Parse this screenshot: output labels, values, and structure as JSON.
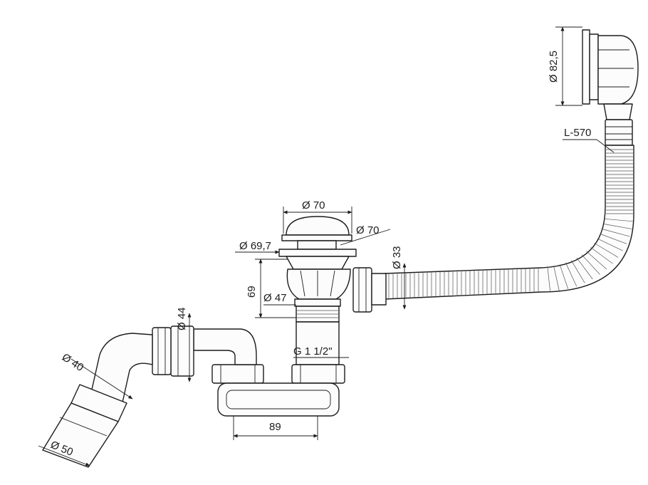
{
  "dimensions": {
    "waste_valve_diameter": "Ø 82,5",
    "hose_length": "L-570",
    "cap_width": "Ø 70",
    "cap_diameter": "Ø 70",
    "flange_diameter": "Ø 69,7",
    "side_outlet_diameter": "Ø 33",
    "body_height": "69",
    "body_diameter": "Ø 47",
    "thread_size": "G 1 1/2\"",
    "elbow_nut_diameter": "Ø 44",
    "pipe_diameter_40": "Ø 40",
    "pipe_diameter_50": "Ø 50",
    "trap_spacing": "89"
  },
  "colors": {
    "line": "#1c1c1c",
    "fill": "#fcfcfc",
    "background": "#ffffff"
  }
}
